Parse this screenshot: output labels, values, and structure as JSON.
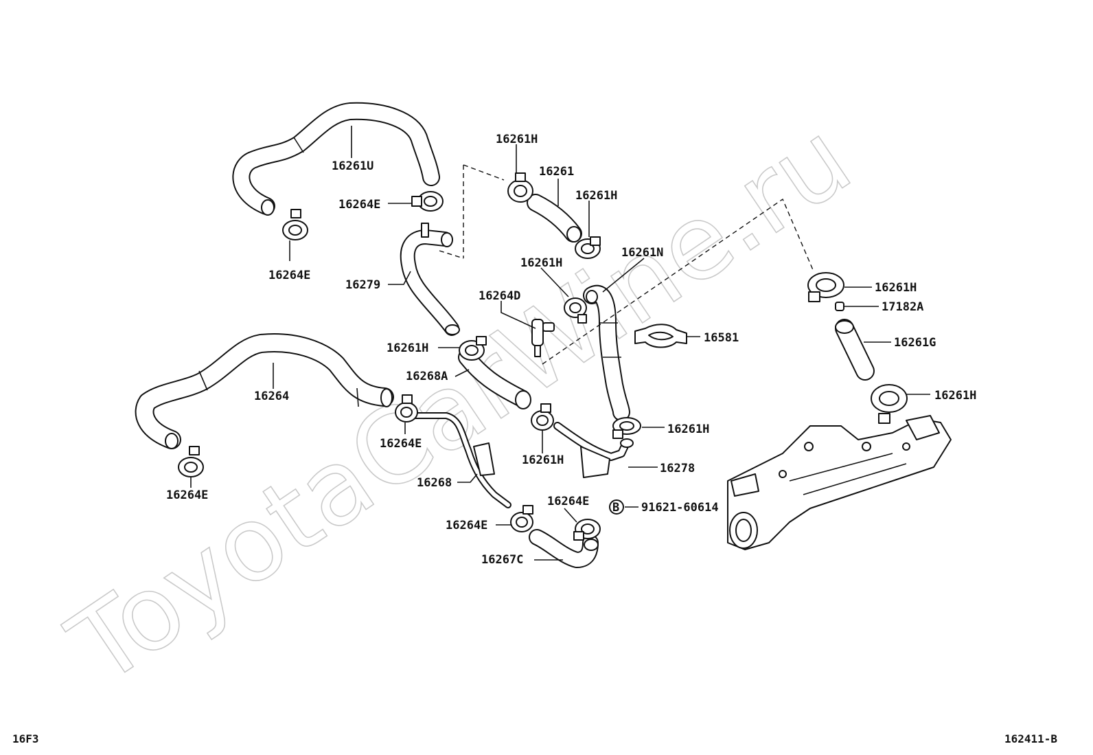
{
  "watermark": "ToyotaCarWine.ru",
  "footer": {
    "left_code": "16F3",
    "right_code": "162411-B"
  },
  "labels": {
    "l_16261U": "16261U",
    "l_16264E_a": "16264E",
    "l_16264E_b": "16264E",
    "l_16279": "16279",
    "l_16261H_a": "16261H",
    "l_16261": "16261",
    "l_16261H_b": "16261H",
    "l_16261H_c": "16261H",
    "l_16261N": "16261N",
    "l_16264D": "16264D",
    "l_16261H_d": "16261H",
    "l_16268A": "16268A",
    "l_16264": "16264",
    "l_16264E_c": "16264E",
    "l_16264E_d": "16264E",
    "l_16268": "16268",
    "l_16264E_e": "16264E",
    "l_16264E_f": "16264E",
    "l_16267C": "16267C",
    "l_16261H_e": "16261H",
    "l_16581": "16581",
    "l_16261H_f": "16261H",
    "l_16278": "16278",
    "l_91621": "91621-60614",
    "l_B": "B",
    "l_16261H_g": "16261H",
    "l_17182A": "17182A",
    "l_16261G": "16261G",
    "l_16261H_h": "16261H"
  },
  "icons": {
    "bolt_marker": "circle-b-marker-icon"
  }
}
